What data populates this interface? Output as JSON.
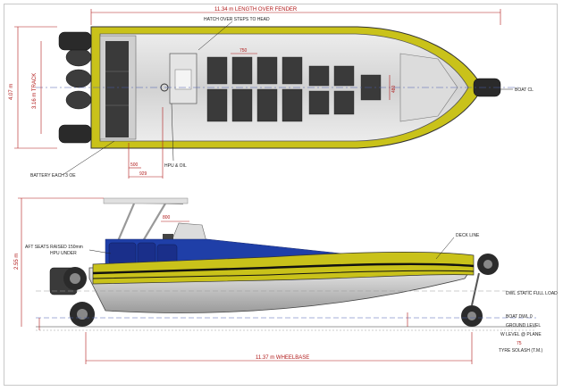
{
  "top_view": {
    "length_over_fender": "11.34 m LENGTH OVER FENDER",
    "hatch_note": "HATCH OVER STEPS TO HEAD",
    "dim_750": "750",
    "beam": "4.07 m",
    "track": "3.16 m TRACK",
    "dim_480": "480",
    "boat_cl": "BOAT CL",
    "dim_500": "500",
    "dim_929": "929",
    "hpu_oil": "HPU & OIL",
    "battery_note": "BATTERY EACH 3 OE"
  },
  "side_view": {
    "dim_800": "800",
    "height": "2.55 m",
    "aft_seats_1": "AFT SEATS RAISED 150mm",
    "aft_seats_2": "HPU UNDER",
    "deck_line": "DECK LINE",
    "wl_static": "DWL STATIC FULL LOAD",
    "boat_waterline": "BOAT DWL 0",
    "ground_level": "GROUND LEVEL",
    "wl_plane": "W LEVEL @ PLANE",
    "dim_75": "75",
    "tyre_note": "TYRE SOLASH (T.M.)",
    "wheelbase": "11.37 m WHEELBASE"
  },
  "colors": {
    "collar": "#c9c21a",
    "deck": "#d8d8d8",
    "seats": "#3a3a3a",
    "hull_blue": "#1f3fa8",
    "dimension": "#b01818"
  }
}
